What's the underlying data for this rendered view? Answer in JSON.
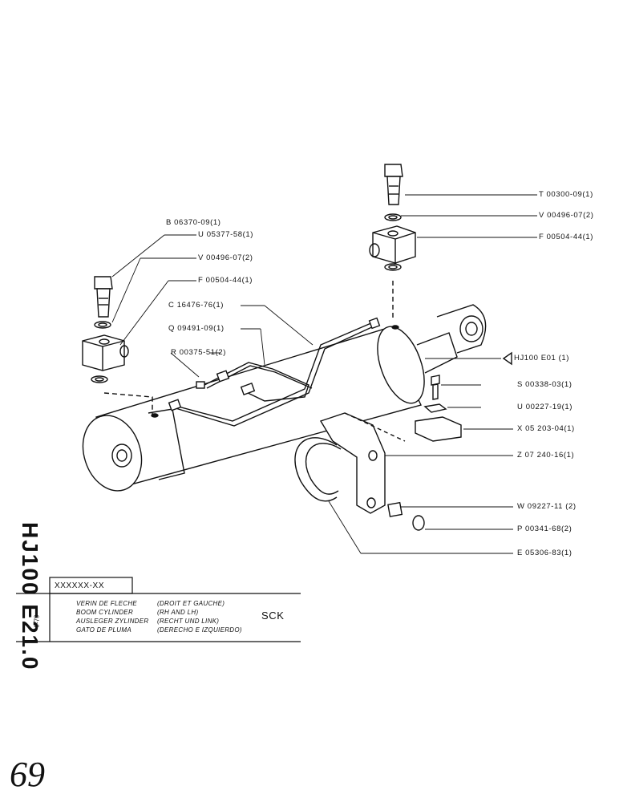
{
  "callouts": {
    "b06370": "B 06370-09(1)",
    "u05377": "U 05377-58(1)",
    "v00496_left": "V 00496-07(2)",
    "f00504_left": "F 00504-44(1)",
    "c16476": "C 16476-76(1)",
    "q09491": "Q 09491-09(1)",
    "r00375": "R 00375-51(2)",
    "t00300": "T 00300-09(1)",
    "v00496_right": "V 00496-07(2)",
    "f00504_right": "F 00504-44(1)",
    "hj100": "HJ100 E01 (1)",
    "s00338": "S 00338-03(1)",
    "u00227": "U 00227-19(1)",
    "x05203": "X 05 203-04(1)",
    "z07240": "Z 07 240-16(1)",
    "w09227": "W 09227-11 (2)",
    "p00341": "P 00341-68(2)",
    "e05306": "E 05306-83(1)"
  },
  "title_block": {
    "code": "XXXXXX-XX",
    "date": "9-79",
    "desc_fr": "VERIN DE FLECHE",
    "desc_en": "BOOM CYLINDER",
    "desc_de": "AUSLEGER ZYLINDER",
    "desc_es": "GATO DE PLUMA",
    "side_fr": "(DROIT ET GAUCHE)",
    "side_en": "(RH AND LH)",
    "side_de": "(RECHT UND LINK)",
    "side_es": "(DERECHO E IZQUIERDO)",
    "model": "SCK"
  },
  "vertical_code": "HJ100 E21.0",
  "page_number": "69"
}
